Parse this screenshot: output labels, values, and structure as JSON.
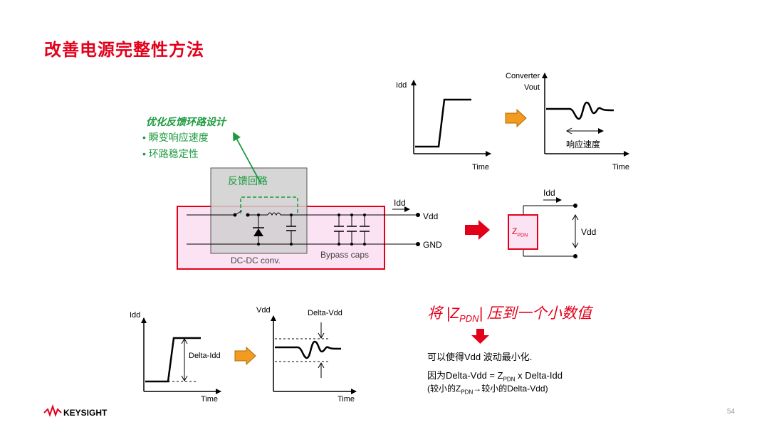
{
  "title": "改善电源完整性方法",
  "feedback": {
    "heading": "优化反馈环路设计",
    "items": [
      "瞬变响应速度",
      "环路稳定性"
    ],
    "box_label": "反馈回路"
  },
  "circuit": {
    "dcdc_label": "DC-DC conv.",
    "bypass_label": "Bypass caps",
    "idd_label": "Idd",
    "vdd_label": "Vdd",
    "gnd_label": "GND"
  },
  "top_left_plot": {
    "ylabel": "Idd",
    "xlabel": "Time"
  },
  "top_right_plot": {
    "ylabel_line1": "Converter",
    "ylabel_line2": "Vout",
    "xlabel": "Time",
    "annotation": "响应速度"
  },
  "pdn_model": {
    "idd_label": "Idd",
    "vdd_label": "Vdd",
    "z_main": "Z",
    "z_sub": "PDN"
  },
  "bottom_left_plot": {
    "ylabel": "Idd",
    "xlabel": "Time",
    "annotation": "Delta-Idd"
  },
  "bottom_right_plot": {
    "ylabel": "Vdd",
    "xlabel": "Time",
    "annotation": "Delta-Vdd"
  },
  "conclusion": {
    "heading_pre": "将 |Z",
    "heading_sub": "PDN",
    "heading_post": "| 压到一个小数值",
    "line1": "可以使得Vdd 波动最小化.",
    "line2_pre": "因为Delta-Vdd = Z",
    "line2_sub": "PDN",
    "line2_post": " x Delta-Idd",
    "line3_pre": "(较小的Z",
    "line3_sub": "PDN",
    "line3_post": "→较小的Delta-Vdd)"
  },
  "footer": {
    "logo": "KEYSIGHT",
    "page": "54"
  },
  "colors": {
    "red": "#e3001b",
    "green": "#1a9a3c",
    "orange": "#f39a21",
    "pink_fill": "#fbe3f4"
  }
}
